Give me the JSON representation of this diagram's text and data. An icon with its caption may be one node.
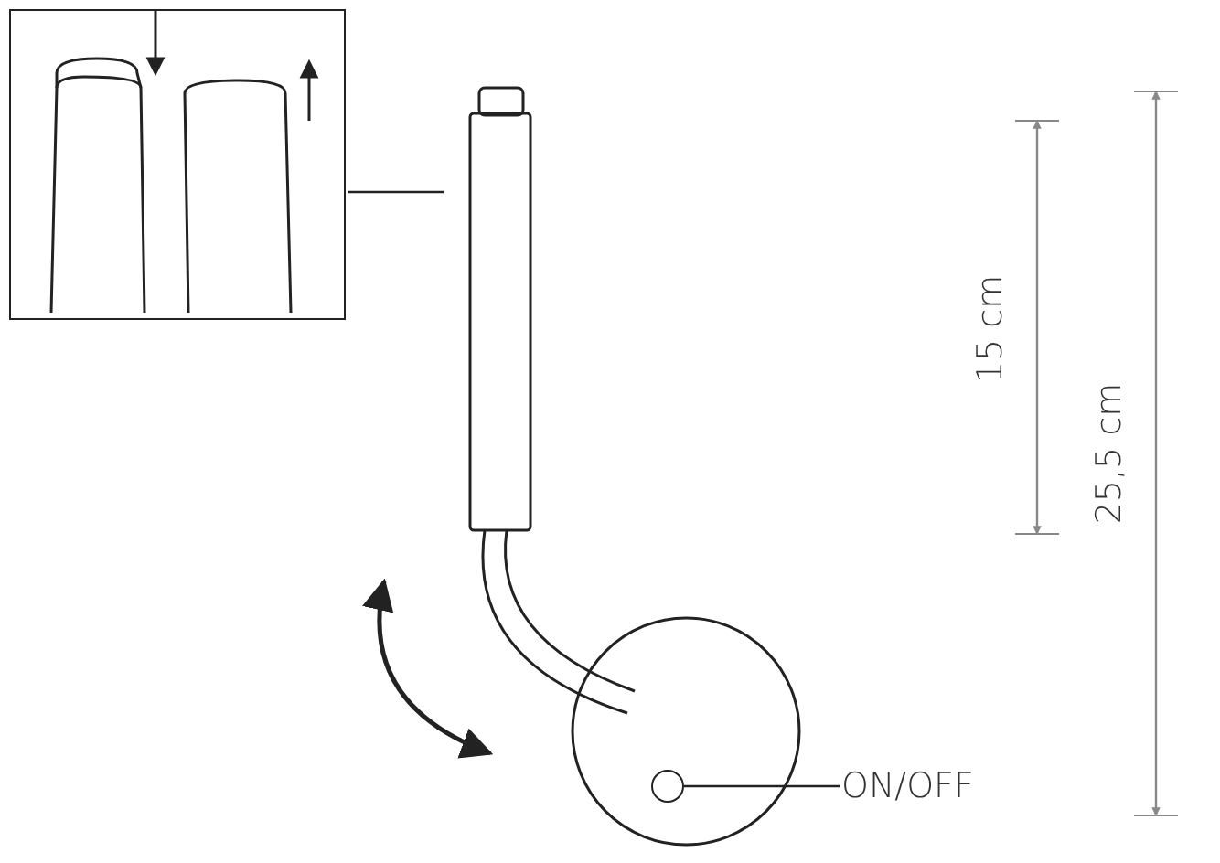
{
  "diagram": {
    "nodes": [
      {
        "text": [],
        "shape": "picture"
      },
      {
        "text": [],
        "shape": "picture"
      },
      {
        "text": [],
        "shape": "circle",
        "in": 1
      },
      {
        "text": [
          "ON/OFF"
        ]
      }
    ],
    "edges": [
      {
        "from": 0,
        "to": 1,
        "arrow": "none"
      },
      {
        "from": 3,
        "to": 2,
        "arrow": "none"
      }
    ],
    "labels": [
      "15 cm",
      "25,5 cm"
    ]
  }
}
